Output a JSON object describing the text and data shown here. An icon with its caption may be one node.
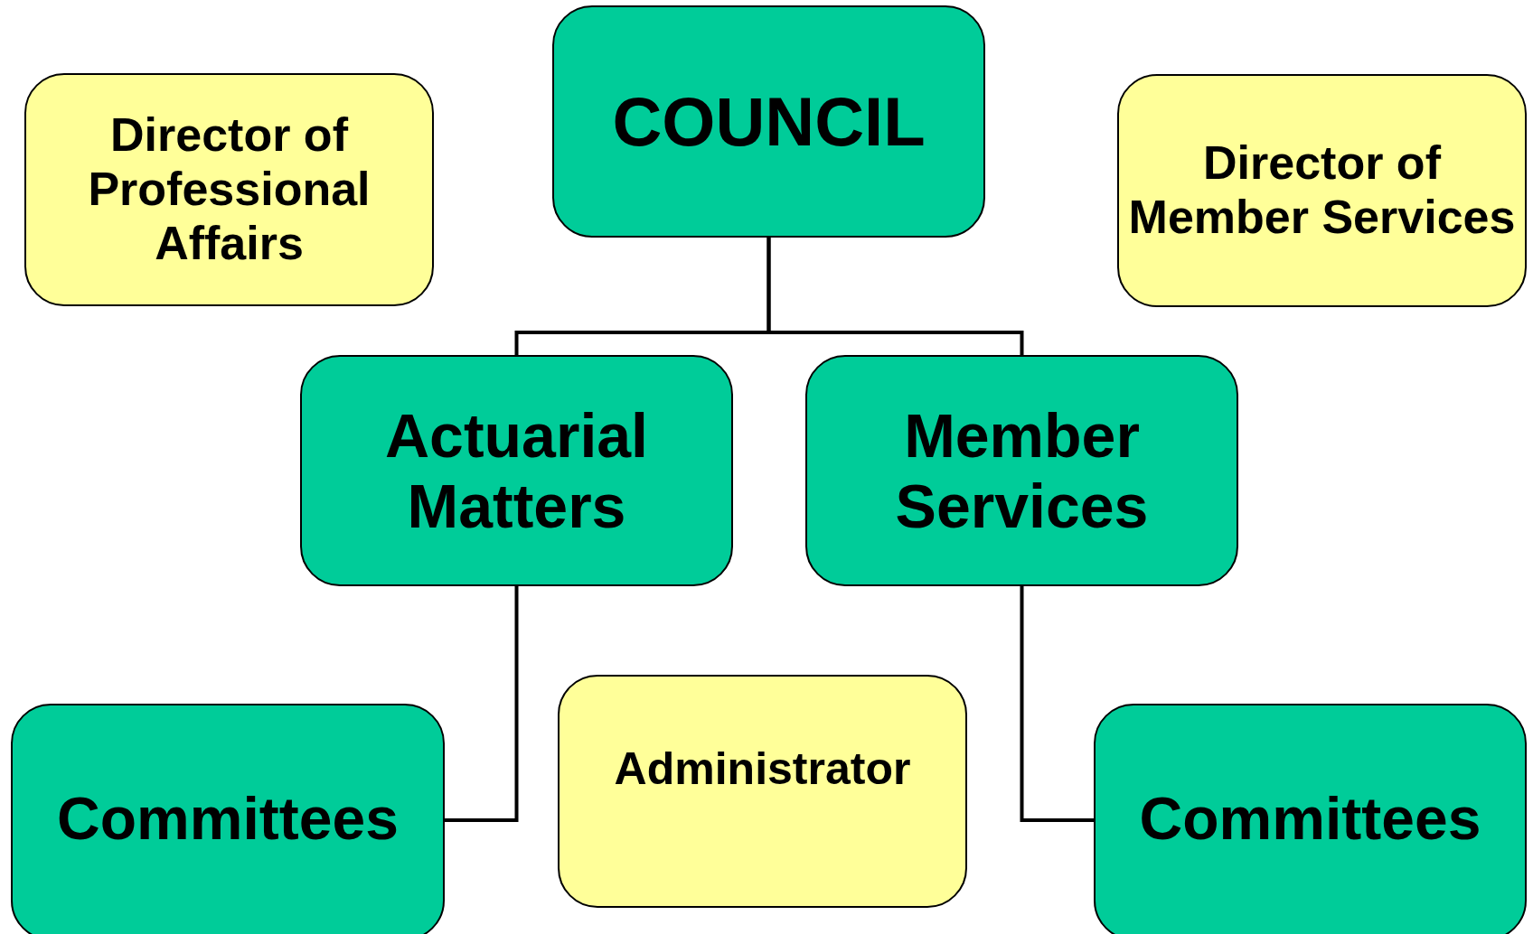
{
  "diagram": {
    "nodes": [
      {
        "text": [
          "Director of Professional Affairs"
        ]
      },
      {
        "text": [
          "COUNCIL"
        ]
      },
      {
        "text": [
          "Director of Member Services"
        ]
      },
      {
        "text": [
          "Actuarial Matters"
        ]
      },
      {
        "text": [
          "Member Services"
        ]
      },
      {
        "text": [
          "Committees"
        ]
      },
      {
        "text": [
          "Administrator"
        ]
      },
      {
        "text": [
          "Committees"
        ]
      }
    ],
    "edges": [
      {
        "from": 1,
        "to": 3,
        "arrow": "none"
      },
      {
        "from": 1,
        "to": 4,
        "arrow": "none"
      },
      {
        "from": 3,
        "to": 5,
        "arrow": "none"
      },
      {
        "from": 4,
        "to": 7,
        "arrow": "none"
      }
    ]
  }
}
